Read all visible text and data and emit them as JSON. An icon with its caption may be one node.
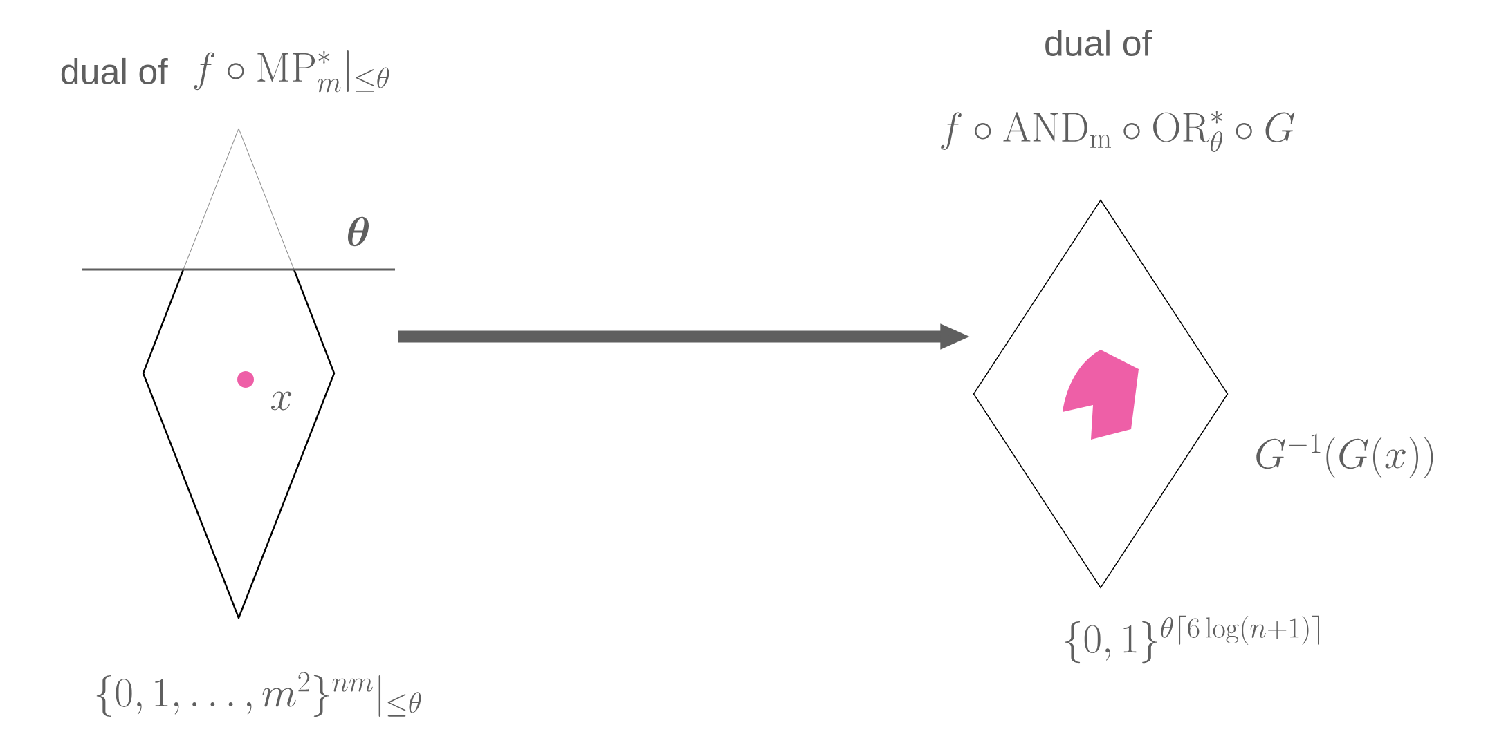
{
  "diagram": {
    "nodes": [
      {
        "text": [],
        "shape": "picture"
      },
      {
        "text": [],
        "shape": "diamond"
      }
    ],
    "edges": [
      {
        "from": 0,
        "to": 1,
        "arrow": "to"
      }
    ],
    "labels": [
      "dual of",
      "f \\circ \\mathrm{MP}^{*}_{m}|_{\\leq\\theta}",
      "dual of",
      "f \\circ \\mathrm{AND}_{\\mathrm{m}} \\circ \\mathrm{OR}^{*}_{\\theta} \\circ G",
      "\\boldsymbol{\\theta}",
      "x",
      "G^{-1}(G(x))",
      "\\{0,1\\}^{\\theta\\lceil 6\\log(n+1)\\rceil}",
      "\\{0,1,\\ldots,m^{2}\\}^{nm}|_{\\leq\\theta}"
    ]
  }
}
